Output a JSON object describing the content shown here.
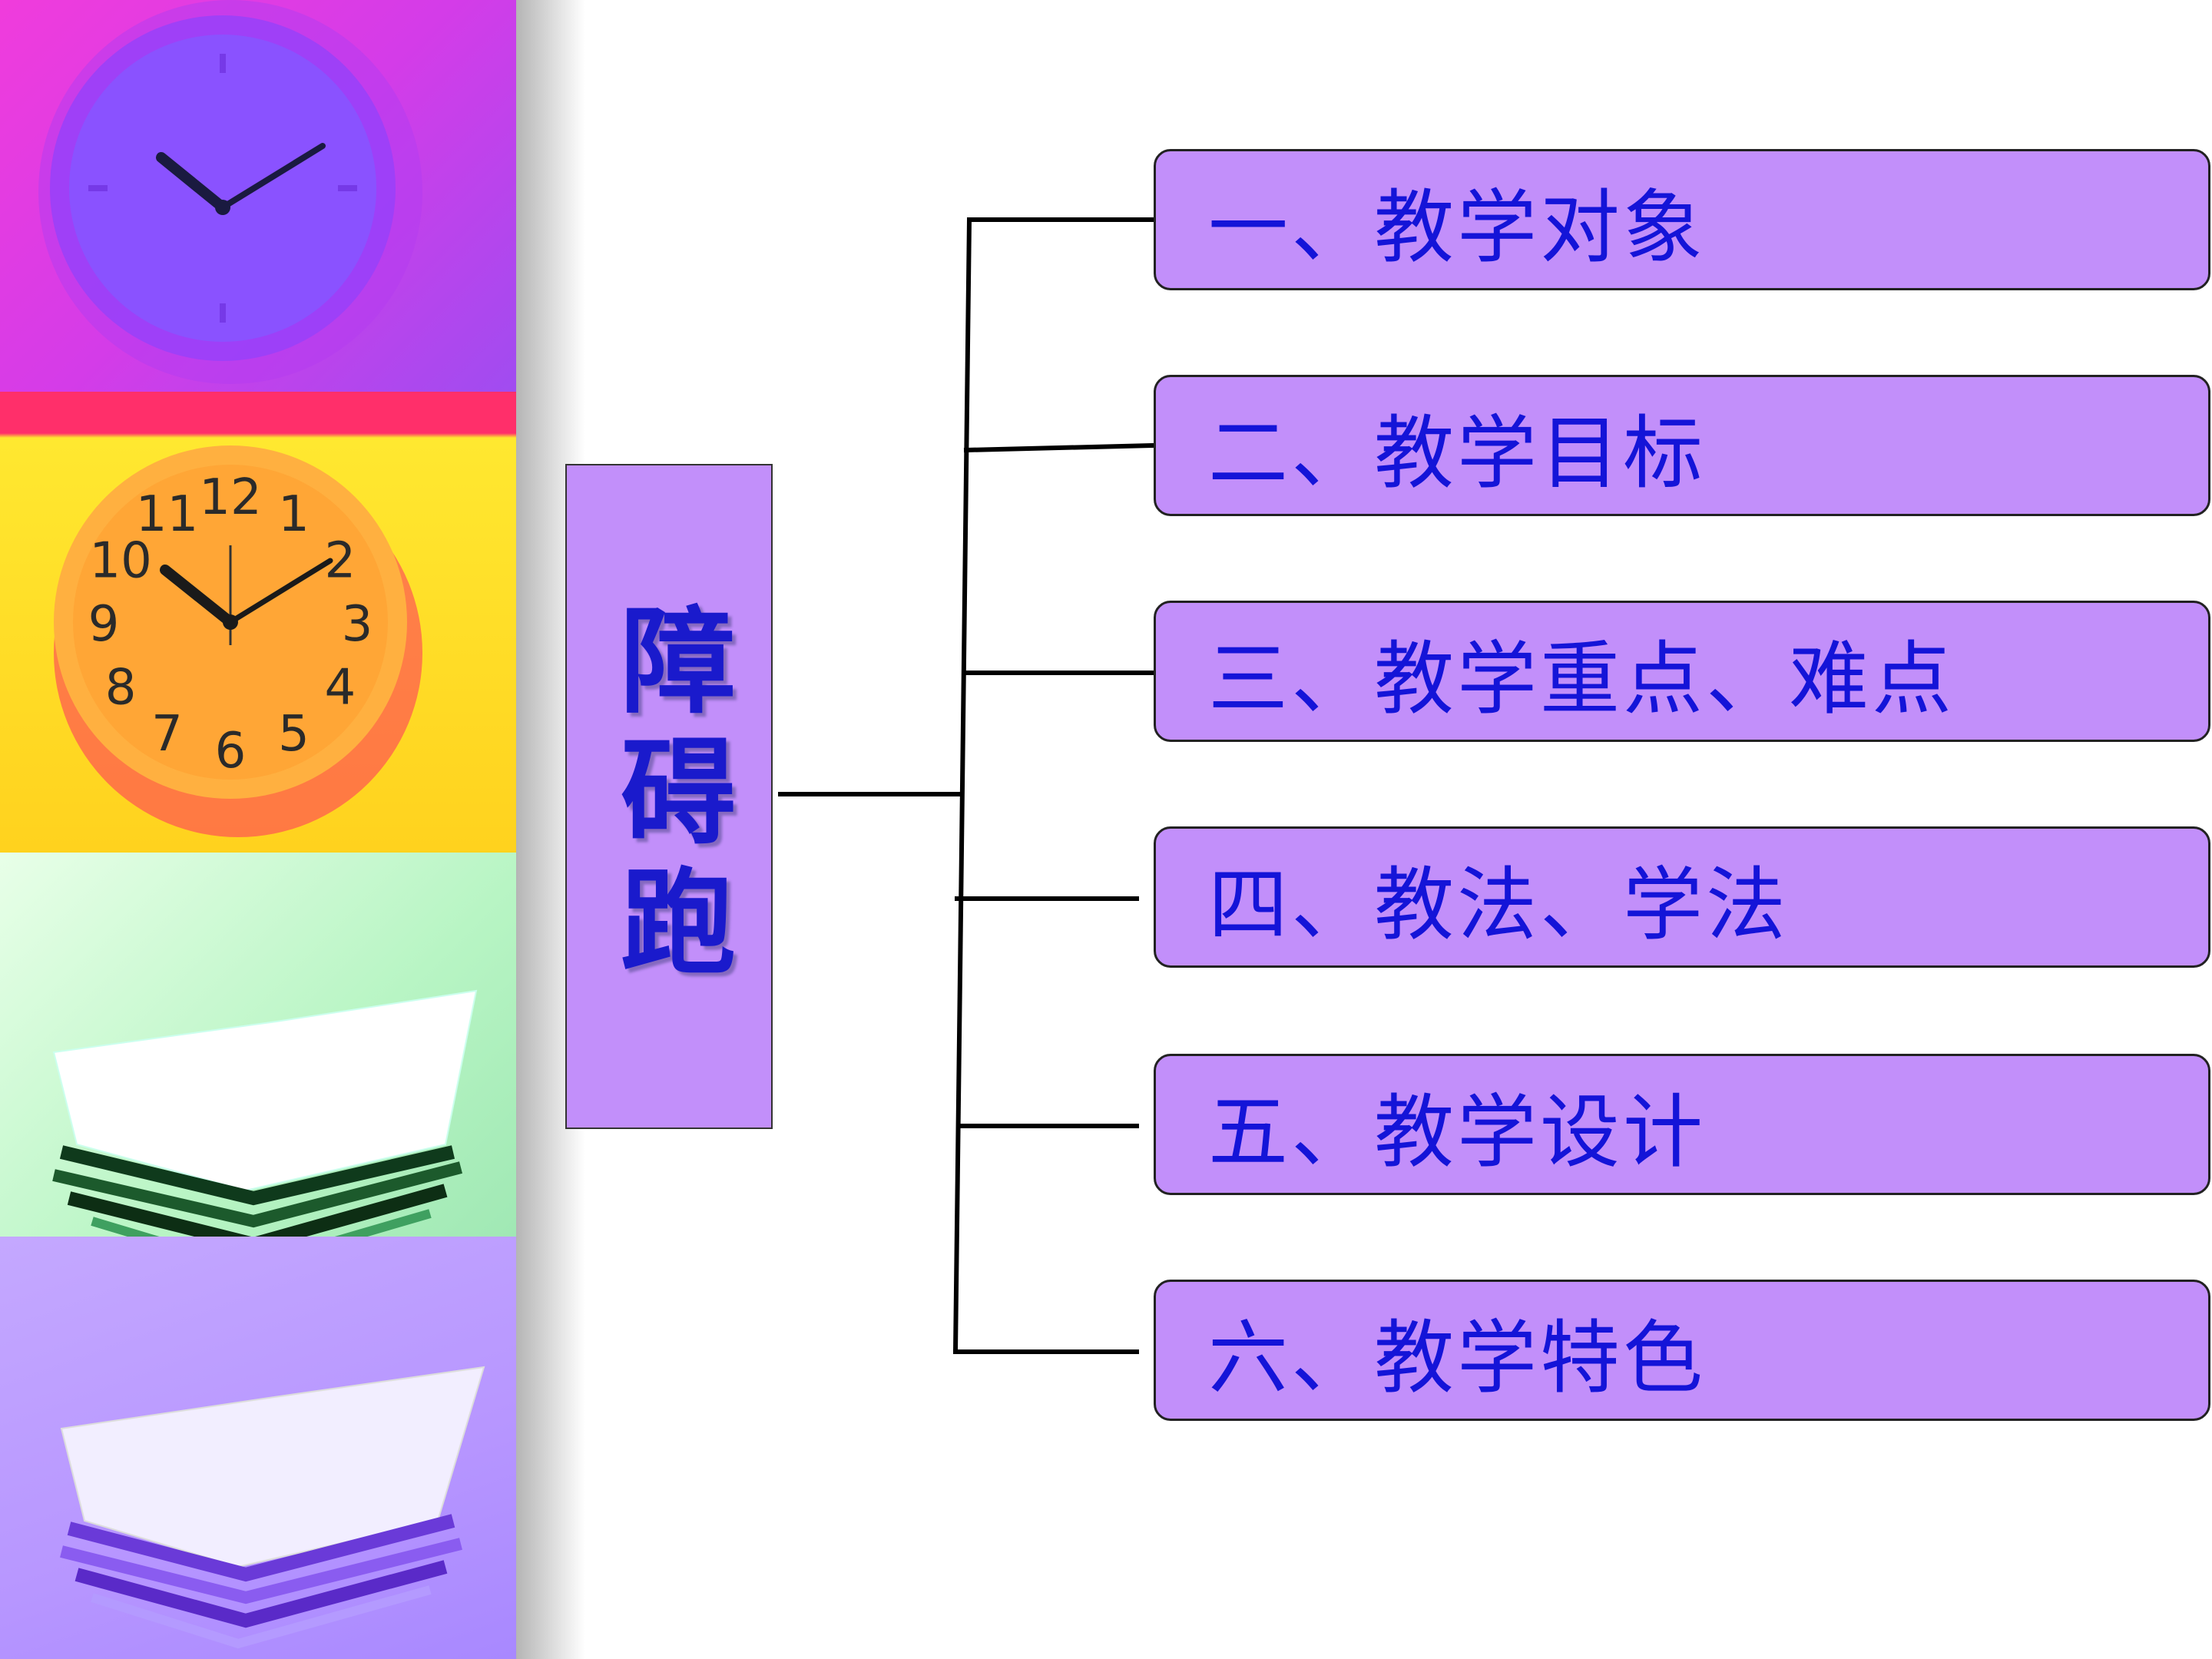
{
  "diagram": {
    "root": {
      "label": "障碍跑"
    },
    "branches": [
      {
        "label": "一、教学对象"
      },
      {
        "label": "二、教学目标"
      },
      {
        "label": "三、教学重点、难点"
      },
      {
        "label": "四、教法、学法"
      },
      {
        "label": "五、教学设计"
      },
      {
        "label": "六、教学特色"
      }
    ]
  },
  "decoration": {
    "panels": [
      "clock-icon",
      "clock-icon",
      "books-icon",
      "books-icon"
    ],
    "clock_numerals": [
      "12",
      "1",
      "2",
      "3",
      "4",
      "5",
      "6",
      "7",
      "8",
      "9",
      "10",
      "11"
    ]
  },
  "colors": {
    "box_fill": "#c28ffa",
    "text": "#1414d8",
    "connector": "#000000"
  }
}
